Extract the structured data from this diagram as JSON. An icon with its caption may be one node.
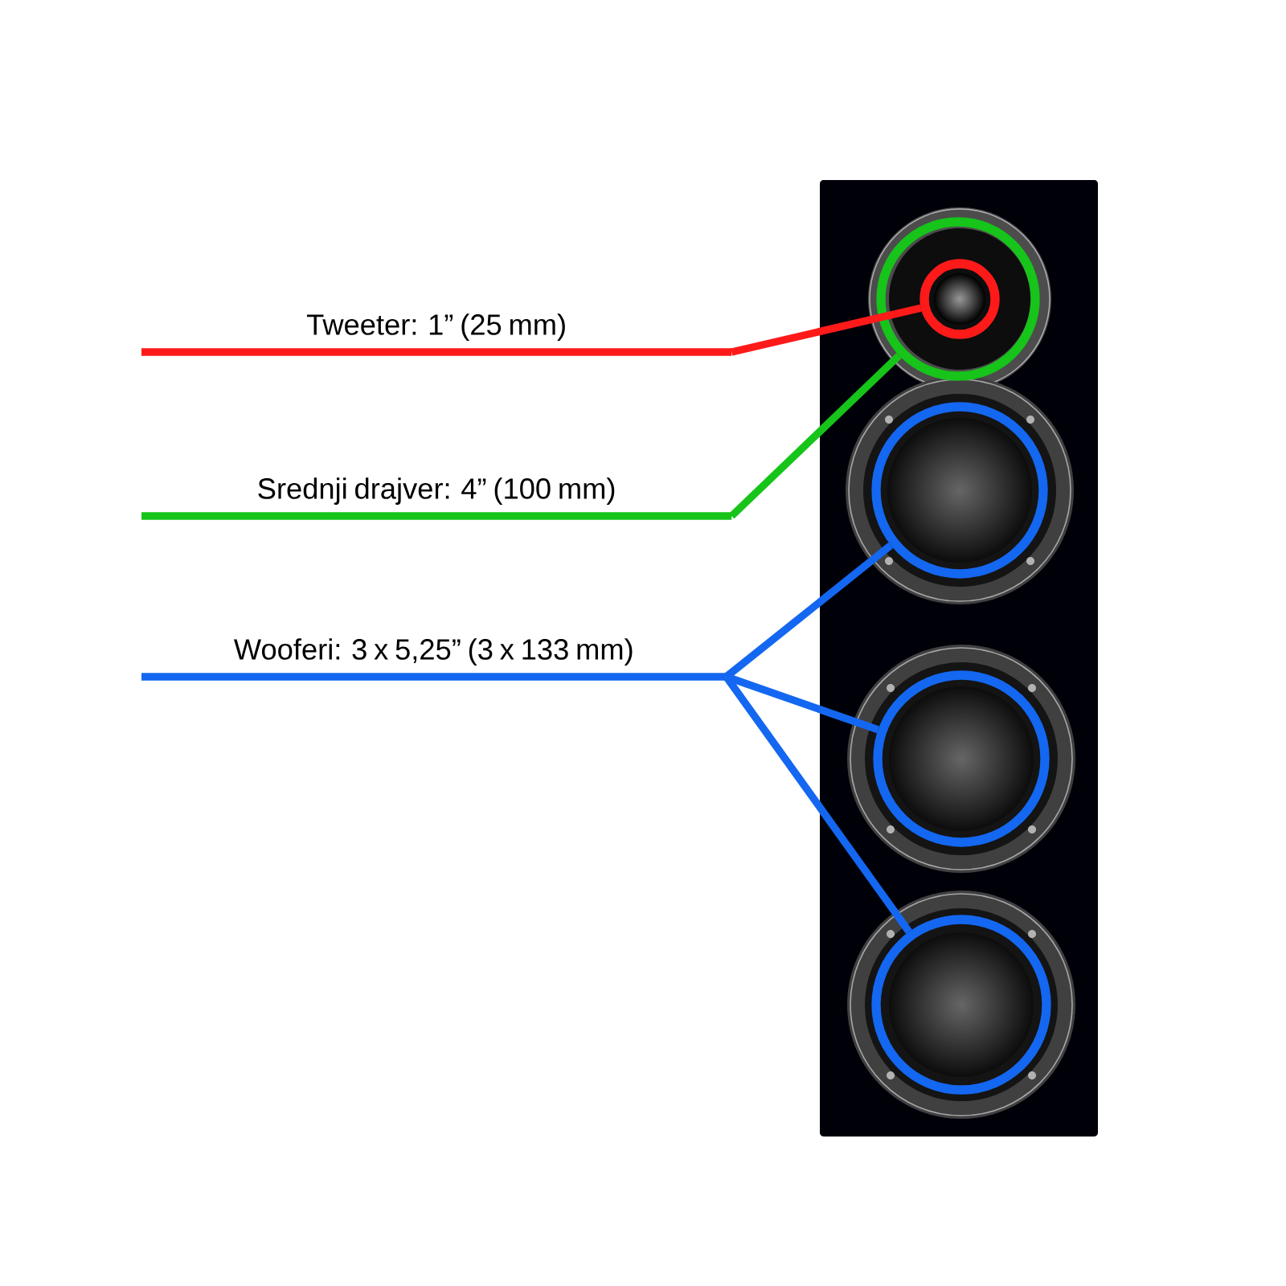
{
  "diagram": {
    "nodes": [
      {
        "text": [
          "Tweeter: 1” (25 mm)"
        ]
      },
      {
        "text": [
          "Srednji drajver: 4” (100 mm)"
        ]
      },
      {
        "text": [
          "Wooferi: 3 x 5,25” (3 x 133 mm)"
        ]
      },
      {
        "text": [],
        "shape": "circle",
        "in": 4
      },
      {
        "text": [],
        "shape": "circle"
      },
      {
        "text": [],
        "shape": "circle"
      },
      {
        "text": [],
        "shape": "circle"
      },
      {
        "text": [],
        "shape": "circle"
      }
    ],
    "edges": [
      {
        "from": 0,
        "to": 3,
        "arrow": "none",
        "color": "#ff1a1a"
      },
      {
        "from": 1,
        "to": 4,
        "arrow": "none",
        "color": "#16c41a"
      },
      {
        "from": 2,
        "to": 5,
        "arrow": "none",
        "color": "#1467f0"
      },
      {
        "from": 2,
        "to": 6,
        "arrow": "none",
        "color": "#1467f0"
      },
      {
        "from": 2,
        "to": 7,
        "arrow": "none",
        "color": "#1467f0"
      }
    ]
  }
}
